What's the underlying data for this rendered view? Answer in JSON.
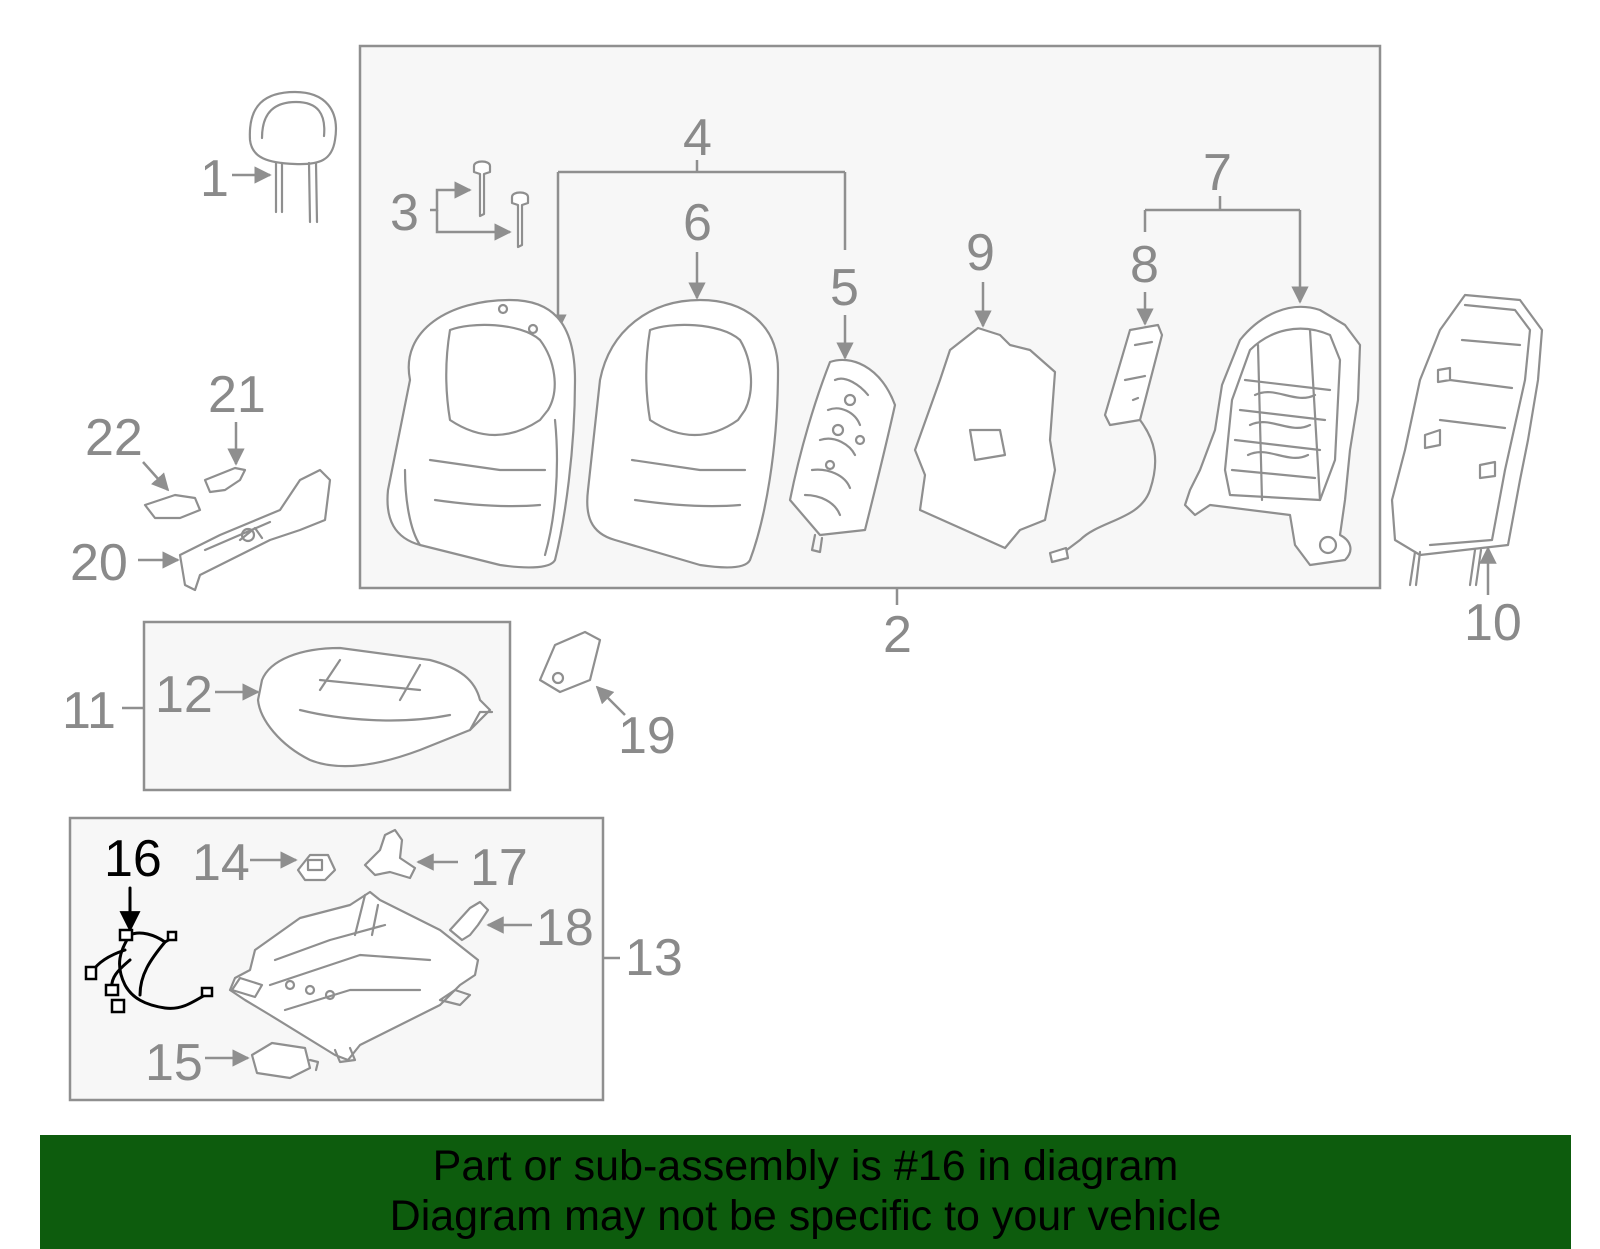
{
  "diagram": {
    "highlighted_part": "16",
    "colors": {
      "line_art": "#8f8f8f",
      "highlight": "#000000",
      "box_fill": "#f7f7f7",
      "banner": "#0d5c0d"
    },
    "labels": {
      "p1": "1",
      "p2": "2",
      "p3": "3",
      "p4": "4",
      "p5": "5",
      "p6": "6",
      "p7": "7",
      "p8": "8",
      "p9": "9",
      "p10": "10",
      "p11": "11",
      "p12": "12",
      "p13": "13",
      "p14": "14",
      "p15": "15",
      "p16": "16",
      "p17": "17",
      "p18": "18",
      "p19": "19",
      "p20": "20",
      "p21": "21",
      "p22": "22"
    }
  },
  "banner": {
    "line1": "Part or sub-assembly is #16 in diagram",
    "line2": "Diagram may not be specific to your vehicle"
  }
}
